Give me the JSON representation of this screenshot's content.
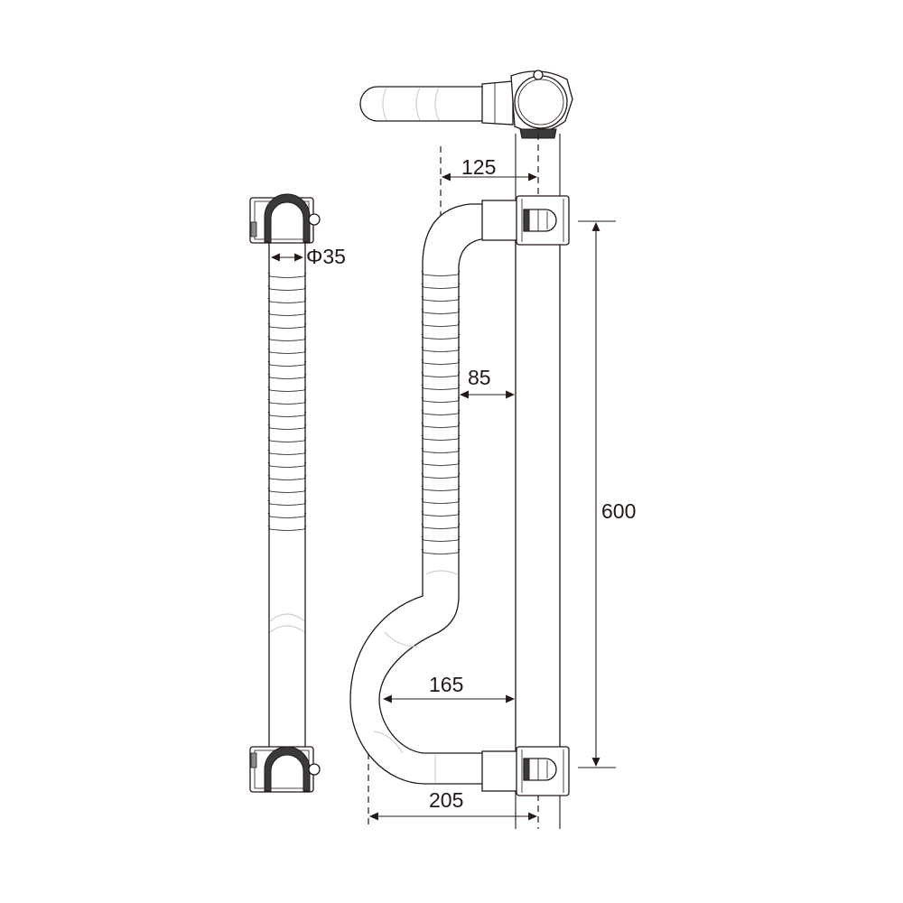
{
  "dimensions": {
    "diameter": "Φ35",
    "offset_top": "125",
    "depth": "85",
    "height": "600",
    "inner_curve": "165",
    "overall_projection": "205"
  },
  "colors": {
    "line": "#231815",
    "seam": "#cfcfcf",
    "background": "#ffffff"
  }
}
